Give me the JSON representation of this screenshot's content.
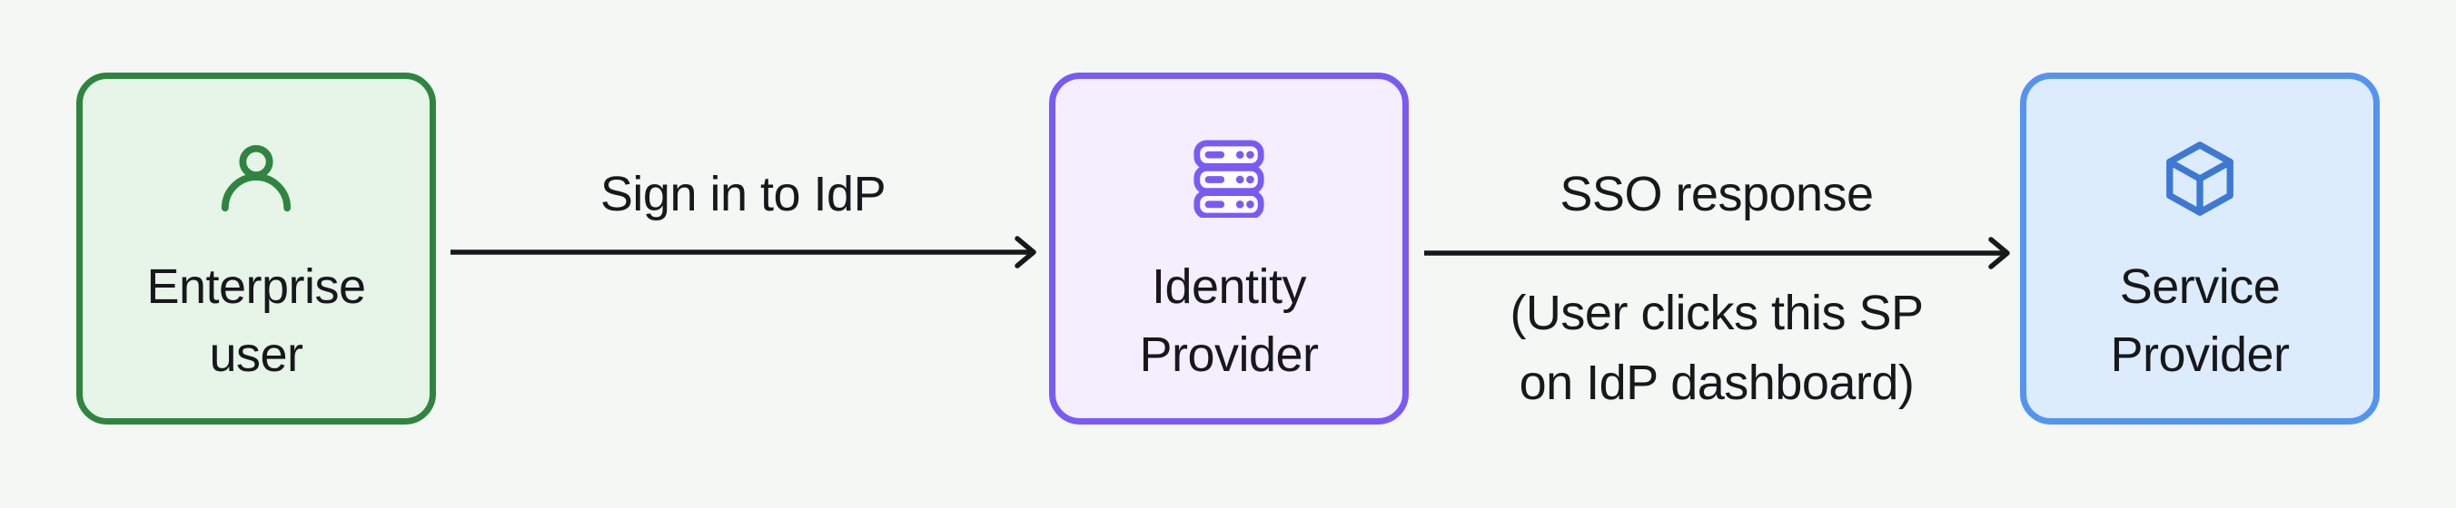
{
  "colors": {
    "bg": "#f5f7f5",
    "ink": "#17181c",
    "node1-border": "#2f8540",
    "node1-fill": "#e7f4e8",
    "node1-icon": "#2f8540",
    "node2-border": "#7a5af5",
    "node2-fill": "#f4eefe",
    "node2-icon": "#7a5af5",
    "node2-icon-slot": "#ffffff",
    "node3-border": "#5494f0",
    "node3-fill": "#ddecfc",
    "node3-icon": "#3d79d3"
  },
  "nodes": [
    {
      "id": "enterprise-user",
      "icon": "user-icon",
      "label_lines": [
        "Enterprise",
        "user"
      ]
    },
    {
      "id": "identity-provider",
      "icon": "server-icon",
      "label_lines": [
        "Identity",
        "Provider"
      ]
    },
    {
      "id": "service-provider",
      "icon": "cube-icon",
      "label_lines": [
        "Service",
        "Provider"
      ]
    }
  ],
  "edges": [
    {
      "from": "enterprise-user",
      "to": "identity-provider",
      "label": "Sign in to IdP",
      "sublabel_lines": []
    },
    {
      "from": "identity-provider",
      "to": "service-provider",
      "label": "SSO response",
      "sublabel_lines": [
        "(User clicks this SP",
        "on IdP dashboard)"
      ]
    }
  ]
}
